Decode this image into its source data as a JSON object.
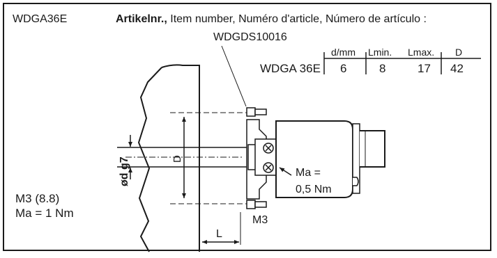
{
  "product_code": "WDGA36E",
  "header": {
    "label_bold": "Artikelnr.,",
    "label_rest": " Item number, Numéro d'article, Número de artículo :",
    "article_number": "WDGDS10016"
  },
  "spec_table": {
    "columns": [
      "d/mm",
      "Lmin.",
      "Lmax.",
      "D"
    ],
    "row": {
      "model": "WDGA 36E",
      "values": [
        "6",
        "8",
        "17",
        "42"
      ]
    }
  },
  "drawing": {
    "dim_D": "D",
    "dim_shaft": "ød g7",
    "dim_L": "L",
    "screw_label": "M3",
    "torque_line1": "Ma =",
    "torque_line2": "0,5 Nm"
  },
  "mounting_bolt": {
    "line1": "M3 (8.8)",
    "line2": "Ma = 1 Nm"
  }
}
